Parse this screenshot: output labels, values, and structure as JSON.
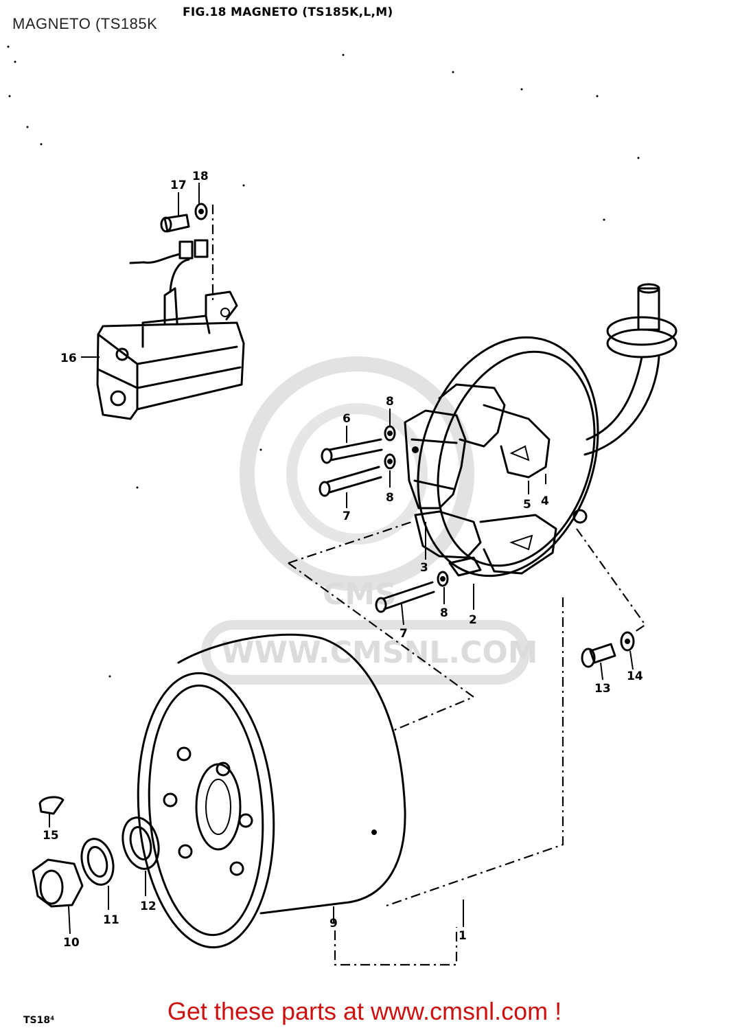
{
  "header": {
    "overlay_title": "MAGNETO (TS185K",
    "figure_title": "FIG.18  MAGNETO (TS185K,L,M)"
  },
  "watermark": {
    "text": "WWW.CMSNL.COM",
    "logo_text": "CMS"
  },
  "parts": [
    {
      "id": "1",
      "label": "1"
    },
    {
      "id": "2",
      "label": "2"
    },
    {
      "id": "3",
      "label": "3"
    },
    {
      "id": "4",
      "label": "4"
    },
    {
      "id": "5",
      "label": "5"
    },
    {
      "id": "6",
      "label": "6"
    },
    {
      "id": "7a",
      "label": "7"
    },
    {
      "id": "7b",
      "label": "7"
    },
    {
      "id": "8a",
      "label": "8"
    },
    {
      "id": "8b",
      "label": "8"
    },
    {
      "id": "8c",
      "label": "8"
    },
    {
      "id": "9",
      "label": "9"
    },
    {
      "id": "10",
      "label": "10"
    },
    {
      "id": "11",
      "label": "11"
    },
    {
      "id": "12",
      "label": "12"
    },
    {
      "id": "13",
      "label": "13"
    },
    {
      "id": "14",
      "label": "14"
    },
    {
      "id": "15",
      "label": "15"
    },
    {
      "id": "16",
      "label": "16"
    },
    {
      "id": "17",
      "label": "17"
    },
    {
      "id": "18",
      "label": "18"
    }
  ],
  "footer": {
    "link_text": "Get these parts at www.cmsnl.com !",
    "code": "TS18⁴"
  }
}
